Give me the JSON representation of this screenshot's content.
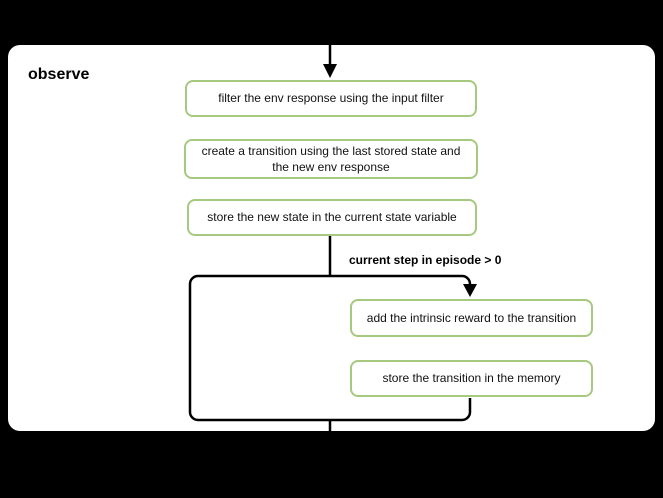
{
  "diagram": {
    "title": "observe",
    "nodes": [
      {
        "label": "filter the env response using the input filter"
      },
      {
        "label": "create a transition using the last stored state and the new env response"
      },
      {
        "label": "store the new state in the current state variable"
      },
      {
        "label": "add the intrinsic reward to the transition"
      },
      {
        "label": "store the transition in the memory"
      }
    ],
    "branch_label": "current step in episode > 0",
    "colors": {
      "node_border": "#a6c97f",
      "connector": "#000000",
      "card_background": "#ffffff",
      "page_background": "#000000"
    }
  }
}
